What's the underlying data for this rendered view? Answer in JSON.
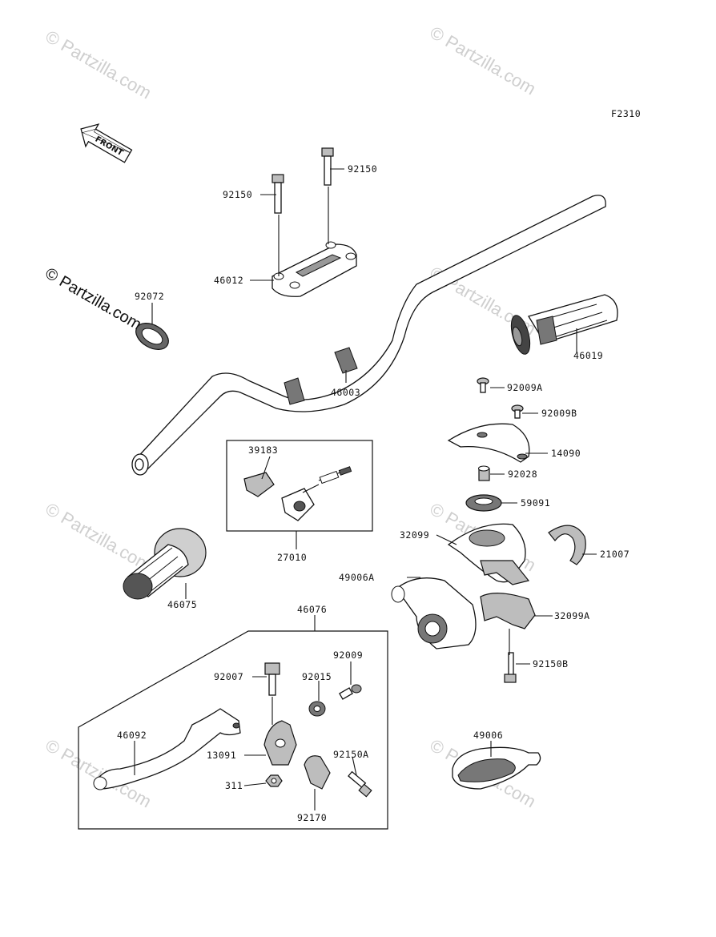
{
  "diagram": {
    "figure_code": "F2310",
    "front_arrow_text": "FRONT",
    "watermark_text": "© Partzilla.com",
    "part_labels": {
      "p92150_left": "92150",
      "p92150_right": "92150",
      "p46012": "46012",
      "p92072": "92072",
      "p46003": "46003",
      "p46019": "46019",
      "p92009A": "92009A",
      "p92009B": "92009B",
      "p14090": "14090",
      "p92028": "92028",
      "p39183": "39183",
      "p27010": "27010",
      "p59091": "59091",
      "p32099": "32099",
      "p21007": "21007",
      "p49006A": "49006A",
      "p32099A": "32099A",
      "p46075": "46075",
      "p46076": "46076",
      "p92150B": "92150B",
      "p92009": "92009",
      "p92007": "92007",
      "p92015": "92015",
      "p46092": "46092",
      "p13091": "13091",
      "p92150A": "92150A",
      "p311": "311",
      "p92170": "92170",
      "p49006": "49006"
    }
  }
}
